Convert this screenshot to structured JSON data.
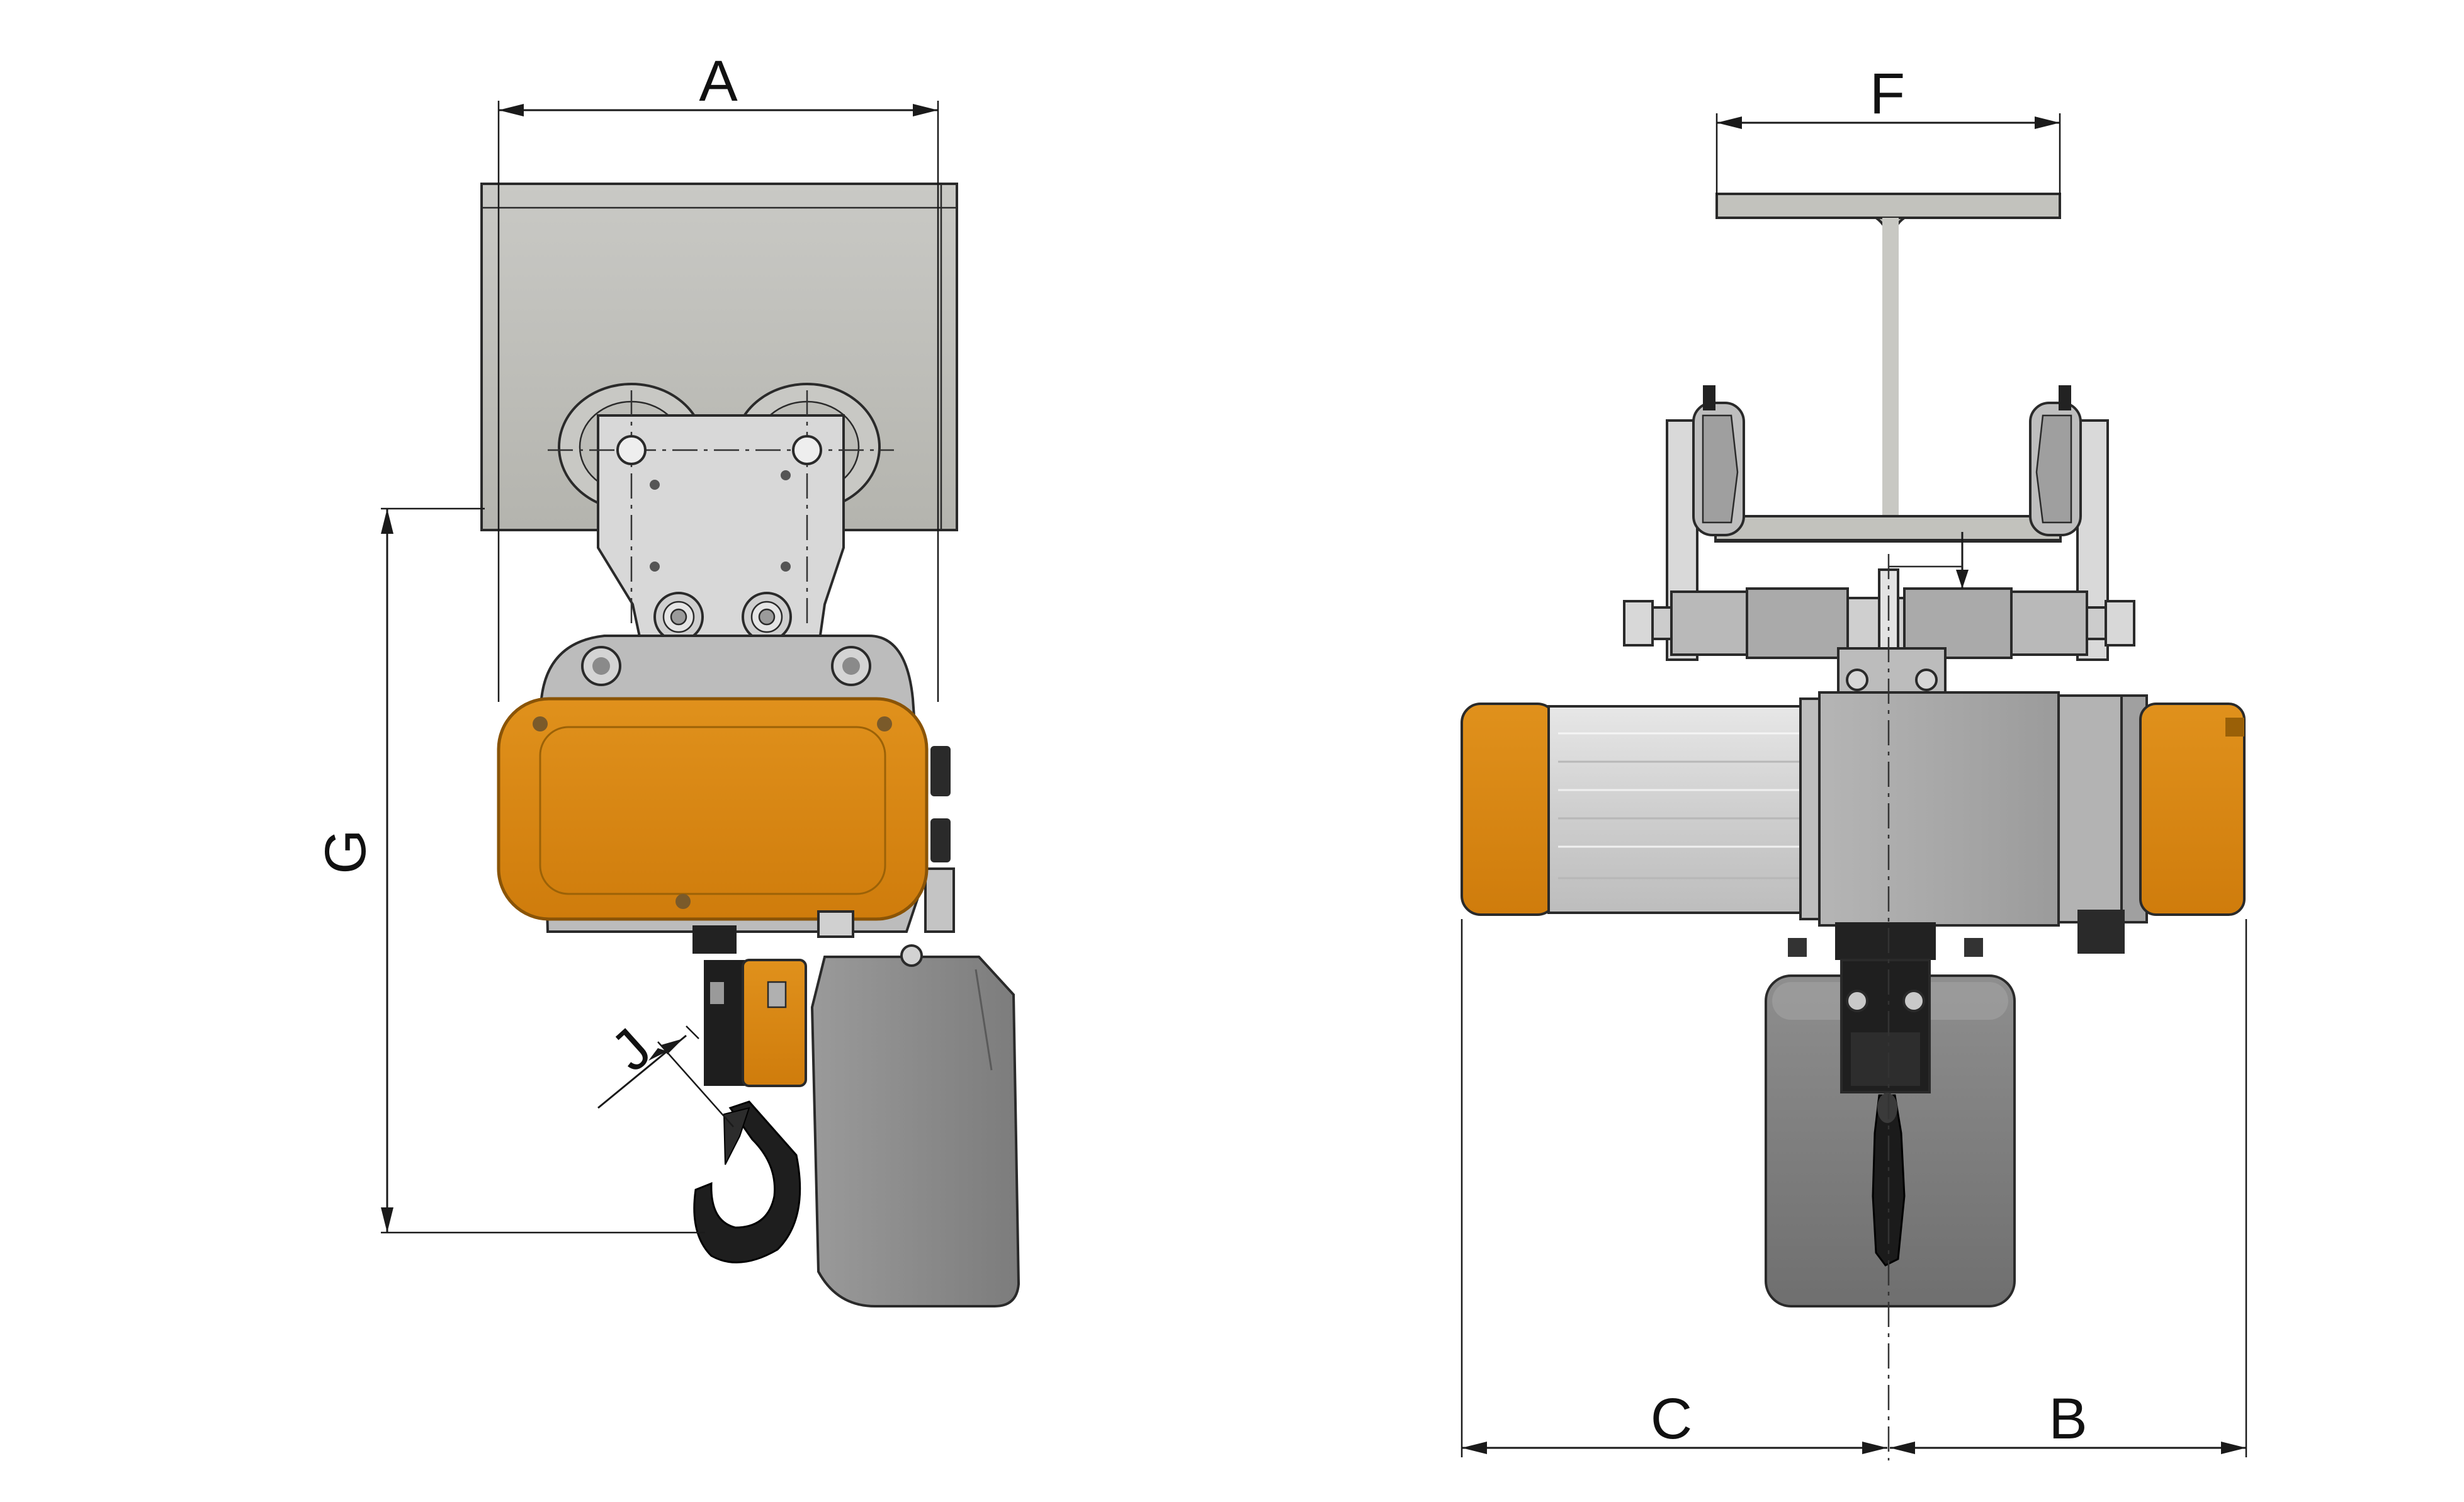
{
  "diagram": {
    "dimension_labels": {
      "A": "A",
      "G": "G",
      "J": "J",
      "F": "F",
      "C": "C",
      "B": "B"
    },
    "colors": {
      "beam": "#bdbdb8",
      "motor_cover": "#d98712",
      "motor_cover_edge": "#b86e08",
      "body_gray": "#a9a9a9",
      "chain_box": "#8c8c8c",
      "hook": "#1e1e1e",
      "line": "#1a1a1a"
    }
  }
}
